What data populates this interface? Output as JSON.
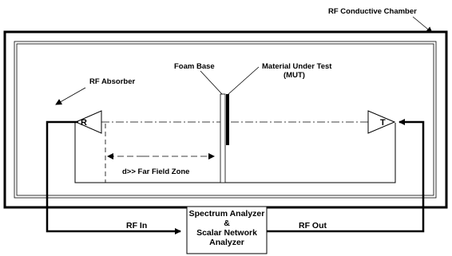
{
  "labels": {
    "chamber": "RF Conductive Chamber",
    "absorber": "RF Absorber",
    "foam_base": "Foam Base",
    "mut_line1": "Material Under Test",
    "mut_line2": "(MUT)",
    "receiver": "R",
    "transmitter": "T",
    "far_field": "d>> Far Field Zone",
    "rf_in": "RF In",
    "rf_out": "RF Out",
    "analyzer_line1": "Spectrum Analyzer",
    "analyzer_line2": "&",
    "analyzer_line3": "Scalar Network",
    "analyzer_line4": "Analyzer"
  },
  "colors": {
    "stroke": "#000000",
    "background": "#ffffff"
  }
}
